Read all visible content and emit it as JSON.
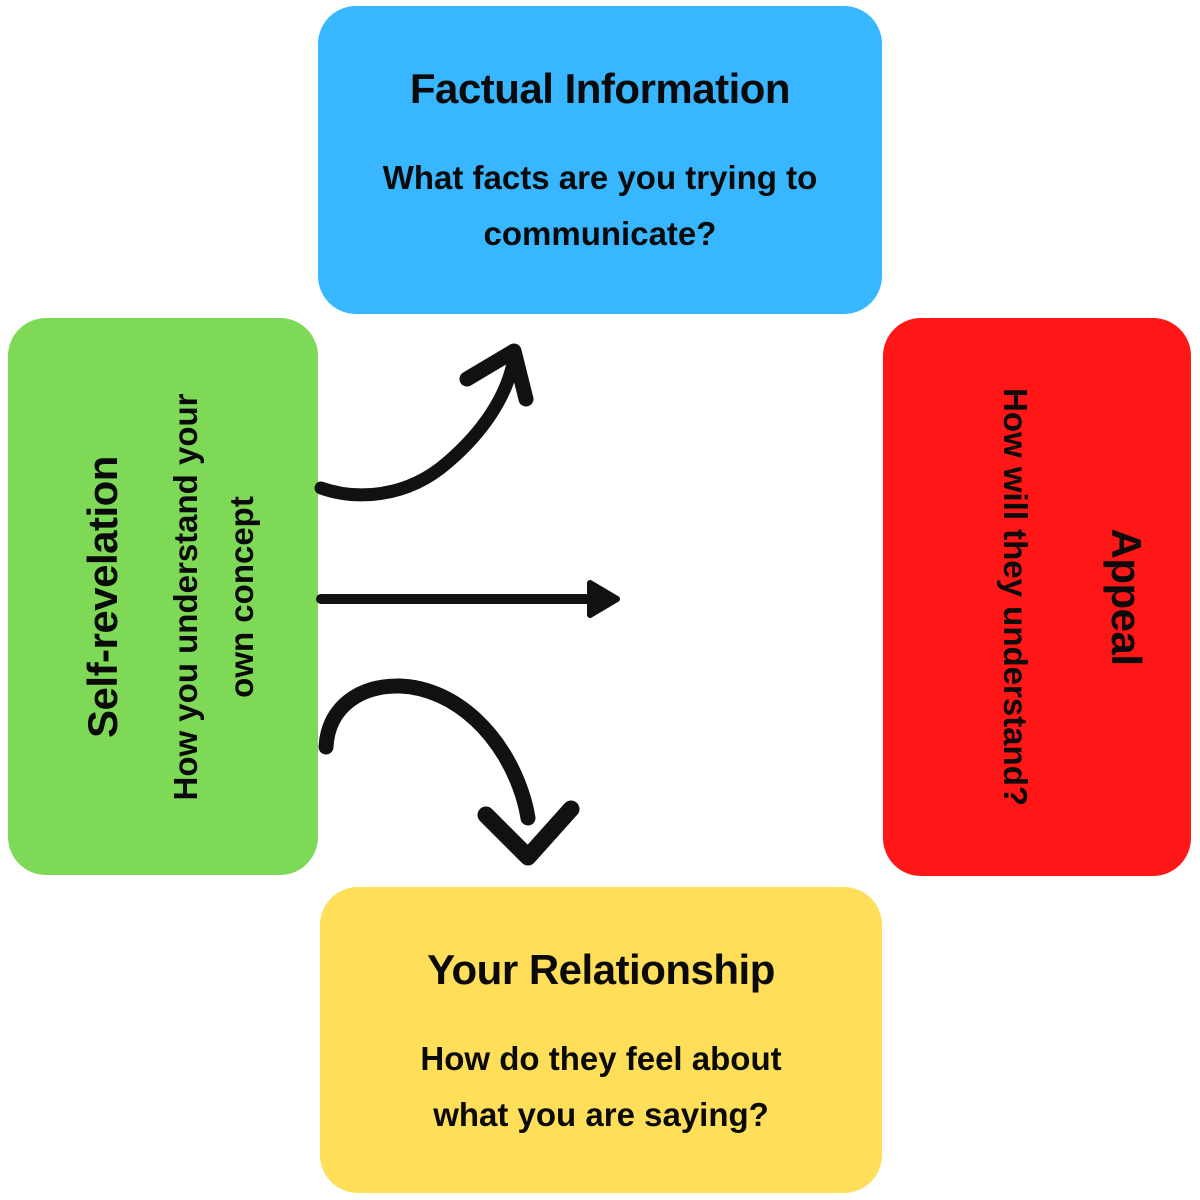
{
  "page": {
    "background_color": "#ffffff",
    "text_color": "#0a0a0a"
  },
  "boxes": {
    "top": {
      "title": "Factual Information",
      "subtitle": "What facts are you trying to\ncommunicate?",
      "color": "#38B6FF"
    },
    "left": {
      "title": "Self-revelation",
      "subtitle": "How you understand your\nown concept",
      "color": "#7ED957"
    },
    "right": {
      "title": "Appeal",
      "subtitle": "How will they understand?",
      "color": "#FF1616"
    },
    "bottom": {
      "title": "Your Relationship",
      "subtitle": "How do they feel about\nwhat you are saying?",
      "color": "#FFDE59"
    }
  },
  "arrows": {
    "color": "#111111",
    "names": [
      "curved-arrow-up",
      "straight-arrow-right",
      "curved-arrow-down"
    ]
  }
}
